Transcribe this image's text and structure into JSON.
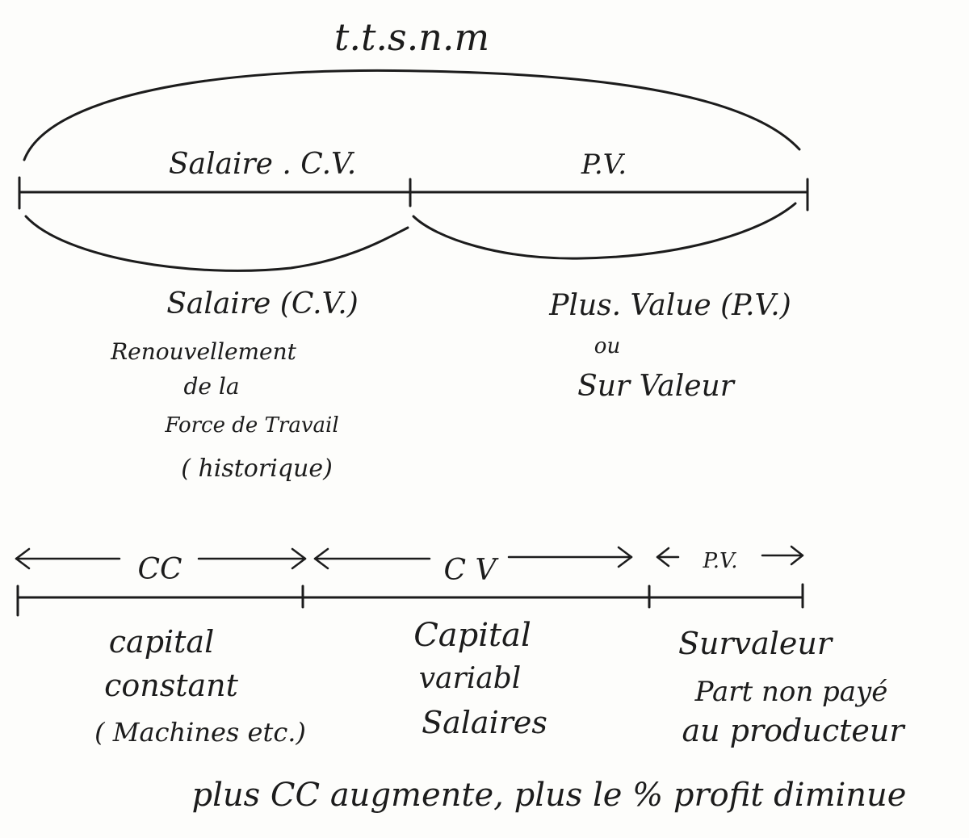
{
  "diagram": {
    "top_title": "t.t.s.n.m",
    "top_bar": {
      "left_segment_label": "Salaire . C.V.",
      "right_segment_label": "P.V."
    },
    "left_block": {
      "heading": "Salaire (C.V.)",
      "lines": [
        "Renouvellement",
        "de la",
        "Force de Travail",
        "( historique)"
      ]
    },
    "right_block": {
      "heading": "Plus. Value (P.V.)",
      "connector": "ou",
      "alternate": "Sur Valeur"
    },
    "bottom_bar": {
      "segments": [
        {
          "label": "CC",
          "lines": [
            "capital",
            "constant",
            "( Machines etc.)"
          ]
        },
        {
          "label": "C V",
          "lines": [
            "Capital",
            "variabl",
            "Salaires"
          ]
        },
        {
          "label": "P.V.",
          "lines": [
            "Survaleur",
            "Part non payé",
            "au producteur"
          ]
        }
      ]
    },
    "footer": "plus CC augmente, plus le % profit diminue"
  }
}
